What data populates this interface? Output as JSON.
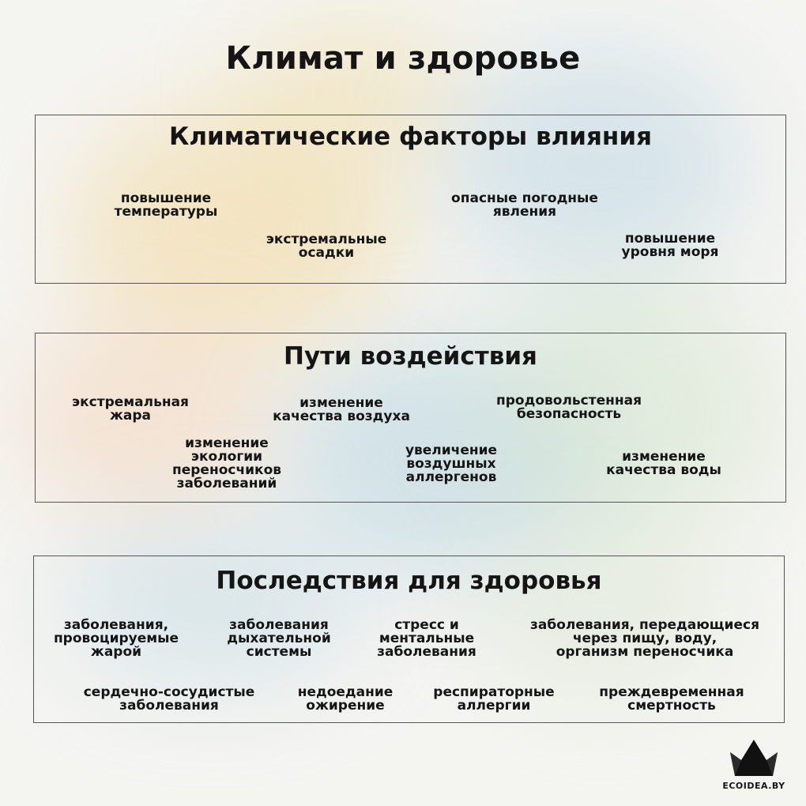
{
  "title": "Климат и здоровье",
  "sections": [
    {
      "title": "Климатические факторы влияния",
      "items": [
        {
          "lines": [
            "повышение",
            "температуры"
          ]
        },
        {
          "lines": [
            "экстремальные",
            "осадки"
          ]
        },
        {
          "lines": [
            "опасные погодные",
            "явления"
          ]
        },
        {
          "lines": [
            "повышение",
            "уровня моря"
          ]
        }
      ]
    },
    {
      "title": "Пути воздействия",
      "items": [
        {
          "lines": [
            "экстремальная",
            "жара"
          ]
        },
        {
          "lines": [
            "изменение",
            "качества воздуха"
          ]
        },
        {
          "lines": [
            "продовольстенная",
            "безопасность"
          ]
        },
        {
          "lines": [
            "изменение",
            "экологии",
            "переносчиков",
            "заболеваний"
          ]
        },
        {
          "lines": [
            "увеличение",
            "воздушных",
            "аллергенов"
          ]
        },
        {
          "lines": [
            "изменение",
            "качества воды"
          ]
        }
      ]
    },
    {
      "title": "Последствия для здоровья",
      "items": [
        {
          "lines": [
            "заболевания,",
            "провоцируемые",
            "жарой"
          ]
        },
        {
          "lines": [
            "заболевания",
            "дыхательной",
            "системы"
          ]
        },
        {
          "lines": [
            "стресс и",
            "ментальные",
            "заболевания"
          ]
        },
        {
          "lines": [
            "заболевания, передающиеся",
            "через пищу, воду,",
            "организм переносчика"
          ]
        },
        {
          "lines": [
            "сердечно-сосудистые",
            "заболевания"
          ]
        },
        {
          "lines": [
            "недоедание",
            "ожирение"
          ]
        },
        {
          "lines": [
            "респираторные",
            "аллергии"
          ]
        },
        {
          "lines": [
            "преждевременная",
            "смертность"
          ]
        }
      ]
    }
  ],
  "logo": {
    "text": "ECOIDEA.BY",
    "icon": "crown-boat-icon",
    "color": "#111111"
  },
  "colors": {
    "text": "#151515",
    "border": "#555555",
    "background": "#f4f4f1"
  }
}
